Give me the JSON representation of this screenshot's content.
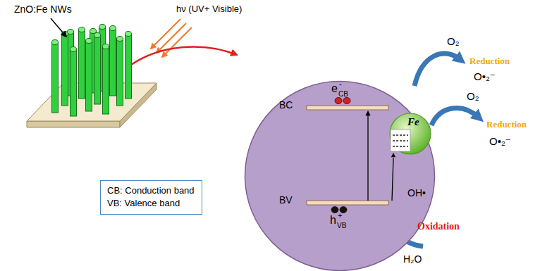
{
  "diagram": {
    "nodes": [
      {
        "text": [
          "CB: Conduction band",
          "VB: Valence band"
        ]
      },
      {
        "text": [
          "BC",
          "e",
          "CB",
          "-",
          "BV",
          "h",
          "VB",
          "+"
        ]
      },
      {
        "text": [
          "Fe"
        ],
        "in": 1
      }
    ],
    "labels": [
      "ZnO:Fe NWs",
      "hν (UV+ Visible)",
      "O₂",
      "Reduction",
      "O•₂⁻",
      "O₂",
      "Reduction",
      "O•₂⁻",
      "OH•",
      "Oxidation",
      "H₂O"
    ]
  }
}
